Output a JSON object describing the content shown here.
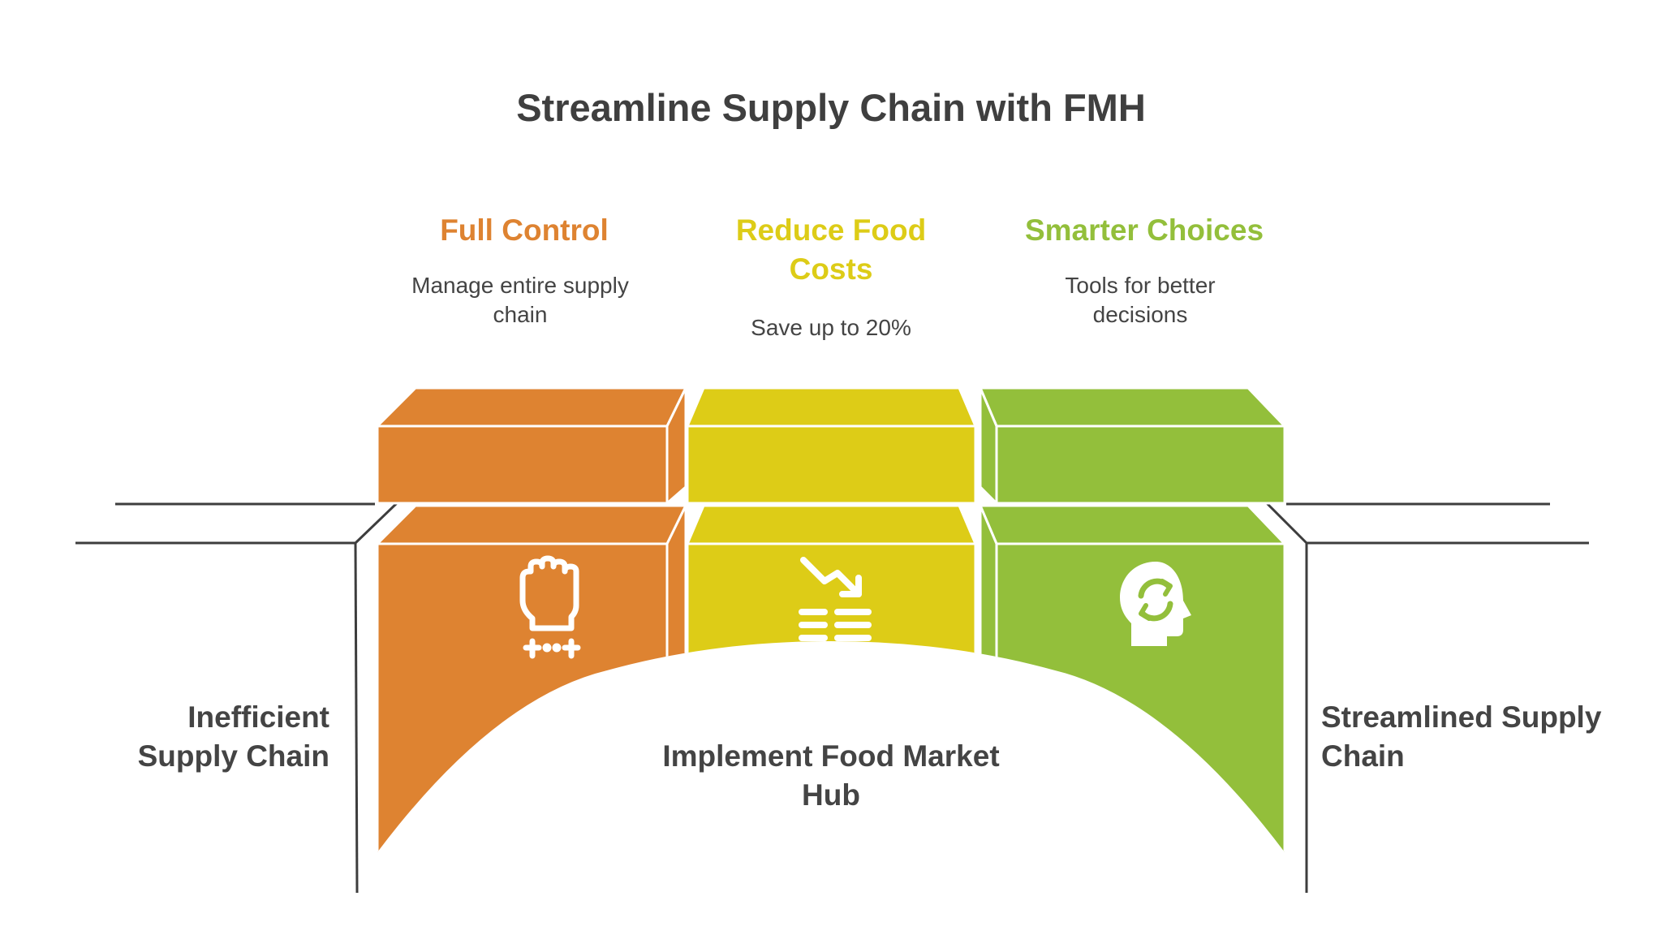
{
  "title": "Streamline Supply Chain with FMH",
  "colors": {
    "orange": "#de8331",
    "yellow": "#ddcc17",
    "green": "#93bf3b",
    "text_dark": "#444444"
  },
  "pillars": [
    {
      "title": "Full Control",
      "description": "Manage entire supply chain",
      "icon": "raised-fist-icon",
      "color": "#de8331"
    },
    {
      "title": "Reduce Food Costs",
      "description": "Save up to 20%",
      "icon": "trending-down-coins-icon",
      "color": "#ddcc17"
    },
    {
      "title": "Smarter Choices",
      "description": "Tools for better decisions",
      "icon": "head-refresh-icon",
      "color": "#93bf3b"
    }
  ],
  "left_label": "Inefficient Supply Chain",
  "right_label": "Streamlined Supply Chain",
  "center_label": "Implement Food Market Hub"
}
